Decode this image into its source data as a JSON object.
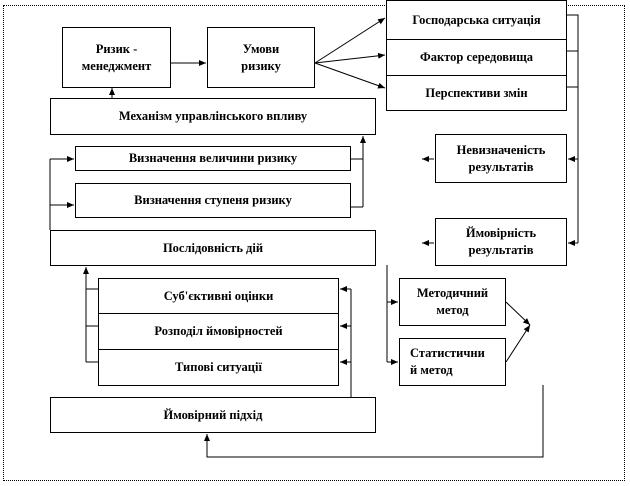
{
  "diagram": {
    "risk_management": "Ризик - менеджмент",
    "risk_conditions": "Умови ризику",
    "conditions": [
      "Господарська ситуація",
      "Фактор середовища",
      "Перспективи змін"
    ],
    "mechanism": "Механізм управлінського впливу",
    "risk_value": "Визначення величини ризику",
    "risk_degree": "Визначення ступеня ризику",
    "sequence": "Послідовність дій",
    "uncertainty": "Невизначеність результатів",
    "probability": "Ймовірність результатів",
    "estimates": [
      "Суб'єктивні оцінки",
      "Розподіл ймовірностей",
      "Типові ситуації"
    ],
    "methodical": "Методичний метод",
    "statistical": "Статистичний метод",
    "probabilistic": "Ймовірний підхід"
  }
}
